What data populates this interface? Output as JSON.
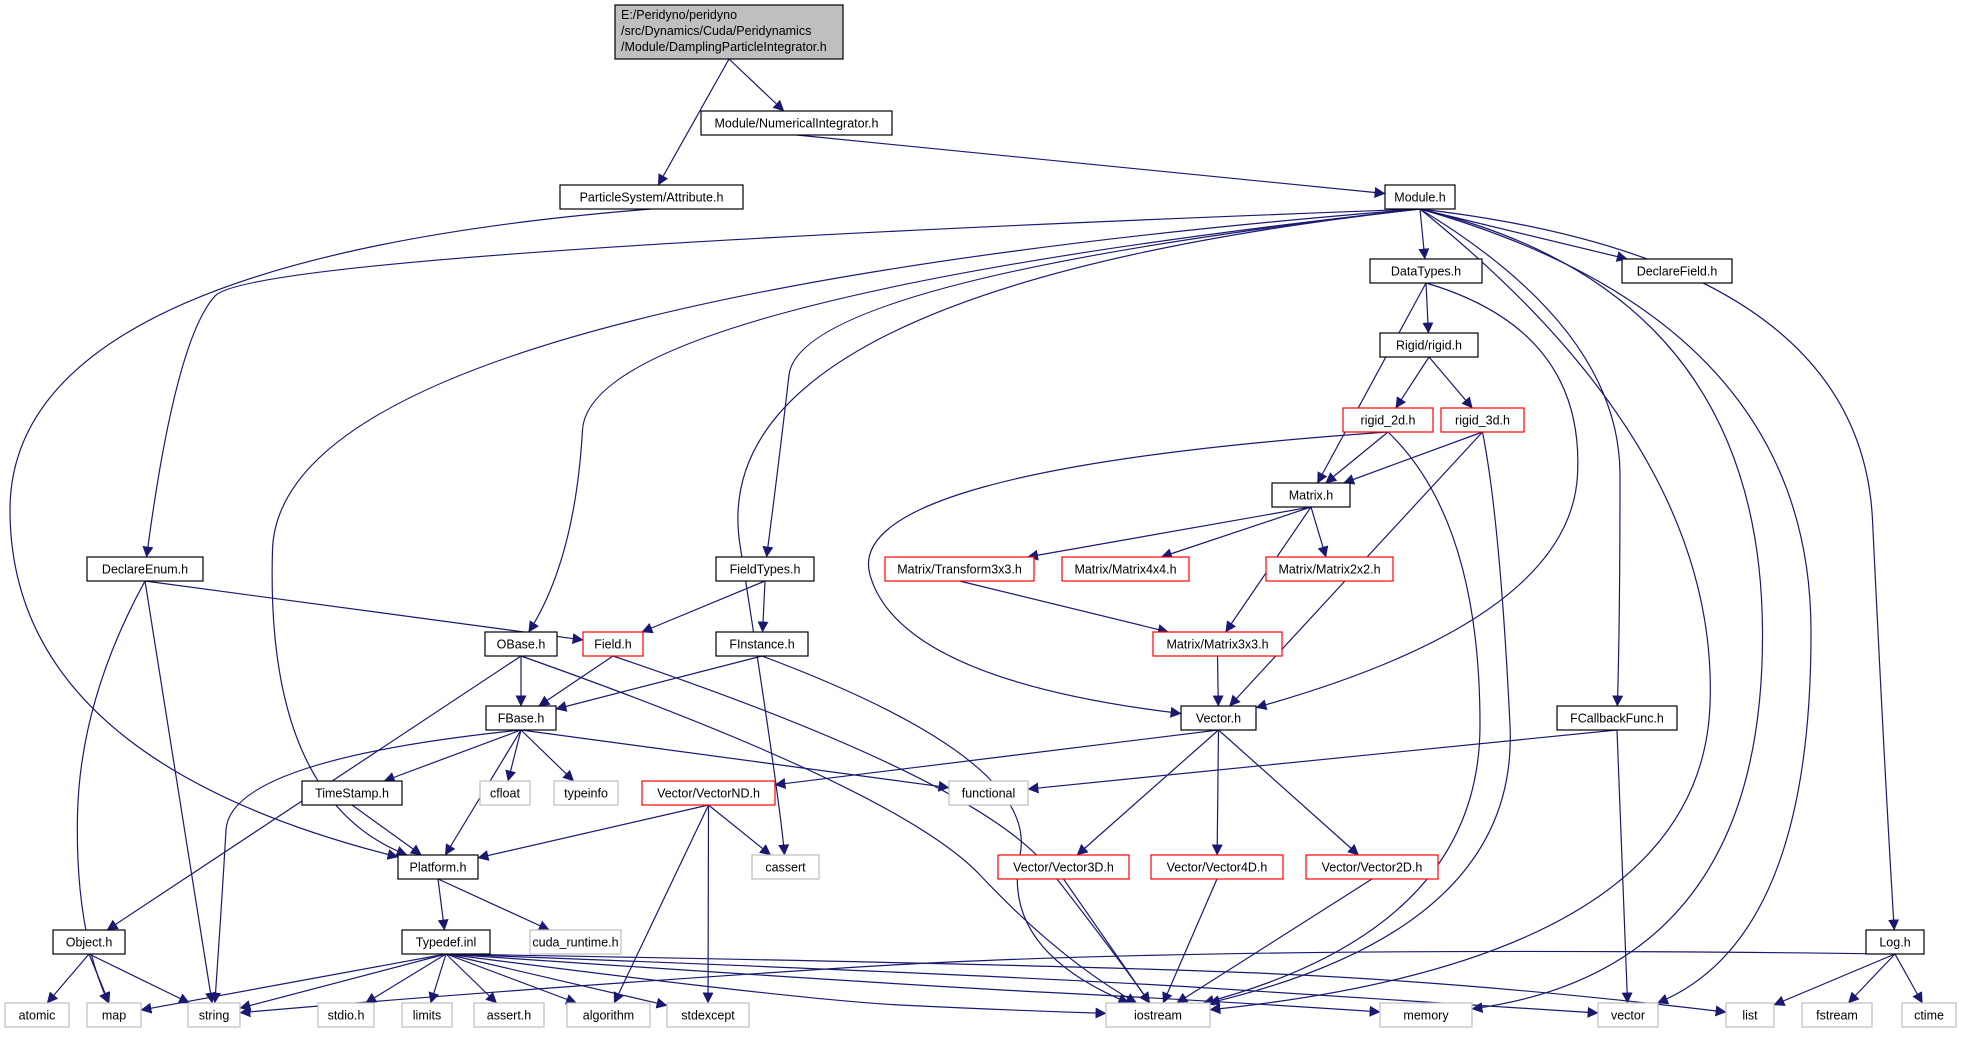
{
  "colors": {
    "edge": "#191970",
    "root_fill": "#bfbfbf",
    "box_stroke_normal": "#000000",
    "box_stroke_red": "#ff0000",
    "box_stroke_system": "#bfbfbf",
    "text": "#000000"
  },
  "nodes": [
    {
      "id": "root",
      "lines": [
        "E:/Peridyno/peridyno",
        "/src/Dynamics/Cuda/Peridynamics",
        "/Module/DamplingParticleIntegrator.h"
      ],
      "kind": "root"
    },
    {
      "id": "numint",
      "label": "Module/NumericalIntegrator.h",
      "kind": "normal"
    },
    {
      "id": "attr",
      "label": "ParticleSystem/Attribute.h",
      "kind": "normal"
    },
    {
      "id": "module",
      "label": "Module.h",
      "kind": "normal"
    },
    {
      "id": "datatypes",
      "label": "DataTypes.h",
      "kind": "normal"
    },
    {
      "id": "declarefield",
      "label": "DeclareField.h",
      "kind": "normal"
    },
    {
      "id": "rigid",
      "label": "Rigid/rigid.h",
      "kind": "normal"
    },
    {
      "id": "rigid2d",
      "label": "rigid_2d.h",
      "kind": "red"
    },
    {
      "id": "rigid3d",
      "label": "rigid_3d.h",
      "kind": "red"
    },
    {
      "id": "matrix",
      "label": "Matrix.h",
      "kind": "normal"
    },
    {
      "id": "declareenum",
      "label": "DeclareEnum.h",
      "kind": "normal"
    },
    {
      "id": "fieldtypes",
      "label": "FieldTypes.h",
      "kind": "normal"
    },
    {
      "id": "transform3x3",
      "label": "Matrix/Transform3x3.h",
      "kind": "red"
    },
    {
      "id": "matrix4x4",
      "label": "Matrix/Matrix4x4.h",
      "kind": "red"
    },
    {
      "id": "matrix2x2",
      "label": "Matrix/Matrix2x2.h",
      "kind": "red"
    },
    {
      "id": "obase",
      "label": "OBase.h",
      "kind": "normal"
    },
    {
      "id": "field",
      "label": "Field.h",
      "kind": "red"
    },
    {
      "id": "finstance",
      "label": "FInstance.h",
      "kind": "normal"
    },
    {
      "id": "matrix3x3",
      "label": "Matrix/Matrix3x3.h",
      "kind": "red"
    },
    {
      "id": "fbase",
      "label": "FBase.h",
      "kind": "normal"
    },
    {
      "id": "vector",
      "label": "Vector.h",
      "kind": "normal"
    },
    {
      "id": "fcallback",
      "label": "FCallbackFunc.h",
      "kind": "normal"
    },
    {
      "id": "timestamp",
      "label": "TimeStamp.h",
      "kind": "normal"
    },
    {
      "id": "cfloat",
      "label": "cfloat",
      "kind": "system"
    },
    {
      "id": "typeinfo",
      "label": "typeinfo",
      "kind": "system"
    },
    {
      "id": "vectornd",
      "label": "Vector/VectorND.h",
      "kind": "red"
    },
    {
      "id": "functional",
      "label": "functional",
      "kind": "system"
    },
    {
      "id": "platform",
      "label": "Platform.h",
      "kind": "normal"
    },
    {
      "id": "cassert",
      "label": "cassert",
      "kind": "system"
    },
    {
      "id": "vector3d",
      "label": "Vector/Vector3D.h",
      "kind": "red"
    },
    {
      "id": "vector4d",
      "label": "Vector/Vector4D.h",
      "kind": "red"
    },
    {
      "id": "vector2d",
      "label": "Vector/Vector2D.h",
      "kind": "red"
    },
    {
      "id": "object",
      "label": "Object.h",
      "kind": "normal"
    },
    {
      "id": "typedef",
      "label": "Typedef.inl",
      "kind": "normal"
    },
    {
      "id": "cudaruntime",
      "label": "cuda_runtime.h",
      "kind": "system"
    },
    {
      "id": "log",
      "label": "Log.h",
      "kind": "normal"
    },
    {
      "id": "atomic",
      "label": "atomic",
      "kind": "system"
    },
    {
      "id": "map",
      "label": "map",
      "kind": "system"
    },
    {
      "id": "string",
      "label": "string",
      "kind": "system"
    },
    {
      "id": "stdioh",
      "label": "stdio.h",
      "kind": "system"
    },
    {
      "id": "limits",
      "label": "limits",
      "kind": "system"
    },
    {
      "id": "asserth",
      "label": "assert.h",
      "kind": "system"
    },
    {
      "id": "algorithm",
      "label": "algorithm",
      "kind": "system"
    },
    {
      "id": "stdexcept",
      "label": "stdexcept",
      "kind": "system"
    },
    {
      "id": "iostream",
      "label": "iostream",
      "kind": "system"
    },
    {
      "id": "memory",
      "label": "memory",
      "kind": "system"
    },
    {
      "id": "vectorstd",
      "label": "vector",
      "kind": "system"
    },
    {
      "id": "list",
      "label": "list",
      "kind": "system"
    },
    {
      "id": "fstream",
      "label": "fstream",
      "kind": "system"
    },
    {
      "id": "ctime",
      "label": "ctime",
      "kind": "system"
    }
  ],
  "edges": [
    [
      "root",
      "numint"
    ],
    [
      "root",
      "attr"
    ],
    [
      "numint",
      "module"
    ],
    [
      "attr",
      "platform"
    ],
    [
      "module",
      "datatypes"
    ],
    [
      "module",
      "declarefield"
    ],
    [
      "module",
      "declareenum"
    ],
    [
      "module",
      "fieldtypes"
    ],
    [
      "module",
      "obase"
    ],
    [
      "module",
      "platform"
    ],
    [
      "module",
      "cassert"
    ],
    [
      "module",
      "fcallback"
    ],
    [
      "module",
      "log"
    ],
    [
      "module",
      "iostream"
    ],
    [
      "module",
      "memory"
    ],
    [
      "module",
      "vectorstd"
    ],
    [
      "datatypes",
      "rigid"
    ],
    [
      "datatypes",
      "matrix"
    ],
    [
      "datatypes",
      "vector"
    ],
    [
      "rigid",
      "rigid2d"
    ],
    [
      "rigid",
      "rigid3d"
    ],
    [
      "rigid2d",
      "matrix"
    ],
    [
      "rigid2d",
      "vector"
    ],
    [
      "rigid2d",
      "iostream"
    ],
    [
      "rigid3d",
      "matrix"
    ],
    [
      "rigid3d",
      "vector"
    ],
    [
      "rigid3d",
      "iostream"
    ],
    [
      "matrix",
      "transform3x3"
    ],
    [
      "matrix",
      "matrix4x4"
    ],
    [
      "matrix",
      "matrix2x2"
    ],
    [
      "matrix",
      "matrix3x3"
    ],
    [
      "transform3x3",
      "matrix3x3"
    ],
    [
      "matrix3x3",
      "vector"
    ],
    [
      "declareenum",
      "field"
    ],
    [
      "declareenum",
      "string"
    ],
    [
      "declareenum",
      "map"
    ],
    [
      "fieldtypes",
      "field"
    ],
    [
      "fieldtypes",
      "finstance"
    ],
    [
      "obase",
      "fbase"
    ],
    [
      "obase",
      "object"
    ],
    [
      "obase",
      "iostream"
    ],
    [
      "field",
      "fbase"
    ],
    [
      "field",
      "iostream"
    ],
    [
      "finstance",
      "fbase"
    ],
    [
      "finstance",
      "iostream"
    ],
    [
      "fbase",
      "timestamp"
    ],
    [
      "fbase",
      "cfloat"
    ],
    [
      "fbase",
      "typeinfo"
    ],
    [
      "fbase",
      "platform"
    ],
    [
      "fbase",
      "string"
    ],
    [
      "fbase",
      "functional"
    ],
    [
      "timestamp",
      "platform"
    ],
    [
      "vector",
      "vectornd"
    ],
    [
      "vector",
      "vector3d"
    ],
    [
      "vector",
      "vector4d"
    ],
    [
      "vector",
      "vector2d"
    ],
    [
      "fcallback",
      "functional"
    ],
    [
      "fcallback",
      "vectorstd"
    ],
    [
      "vectornd",
      "platform"
    ],
    [
      "vectornd",
      "cassert"
    ],
    [
      "vectornd",
      "algorithm"
    ],
    [
      "vectornd",
      "stdexcept"
    ],
    [
      "vector3d",
      "iostream"
    ],
    [
      "vector4d",
      "iostream"
    ],
    [
      "vector2d",
      "iostream"
    ],
    [
      "platform",
      "typedef"
    ],
    [
      "platform",
      "cudaruntime"
    ],
    [
      "object",
      "atomic"
    ],
    [
      "object",
      "map"
    ],
    [
      "object",
      "string"
    ],
    [
      "typedef",
      "map"
    ],
    [
      "typedef",
      "string"
    ],
    [
      "typedef",
      "stdioh"
    ],
    [
      "typedef",
      "limits"
    ],
    [
      "typedef",
      "asserth"
    ],
    [
      "typedef",
      "algorithm"
    ],
    [
      "typedef",
      "stdexcept"
    ],
    [
      "typedef",
      "iostream"
    ],
    [
      "typedef",
      "memory"
    ],
    [
      "typedef",
      "vectorstd"
    ],
    [
      "typedef",
      "list"
    ],
    [
      "log",
      "string"
    ],
    [
      "log",
      "list"
    ],
    [
      "log",
      "fstream"
    ],
    [
      "log",
      "ctime"
    ]
  ]
}
